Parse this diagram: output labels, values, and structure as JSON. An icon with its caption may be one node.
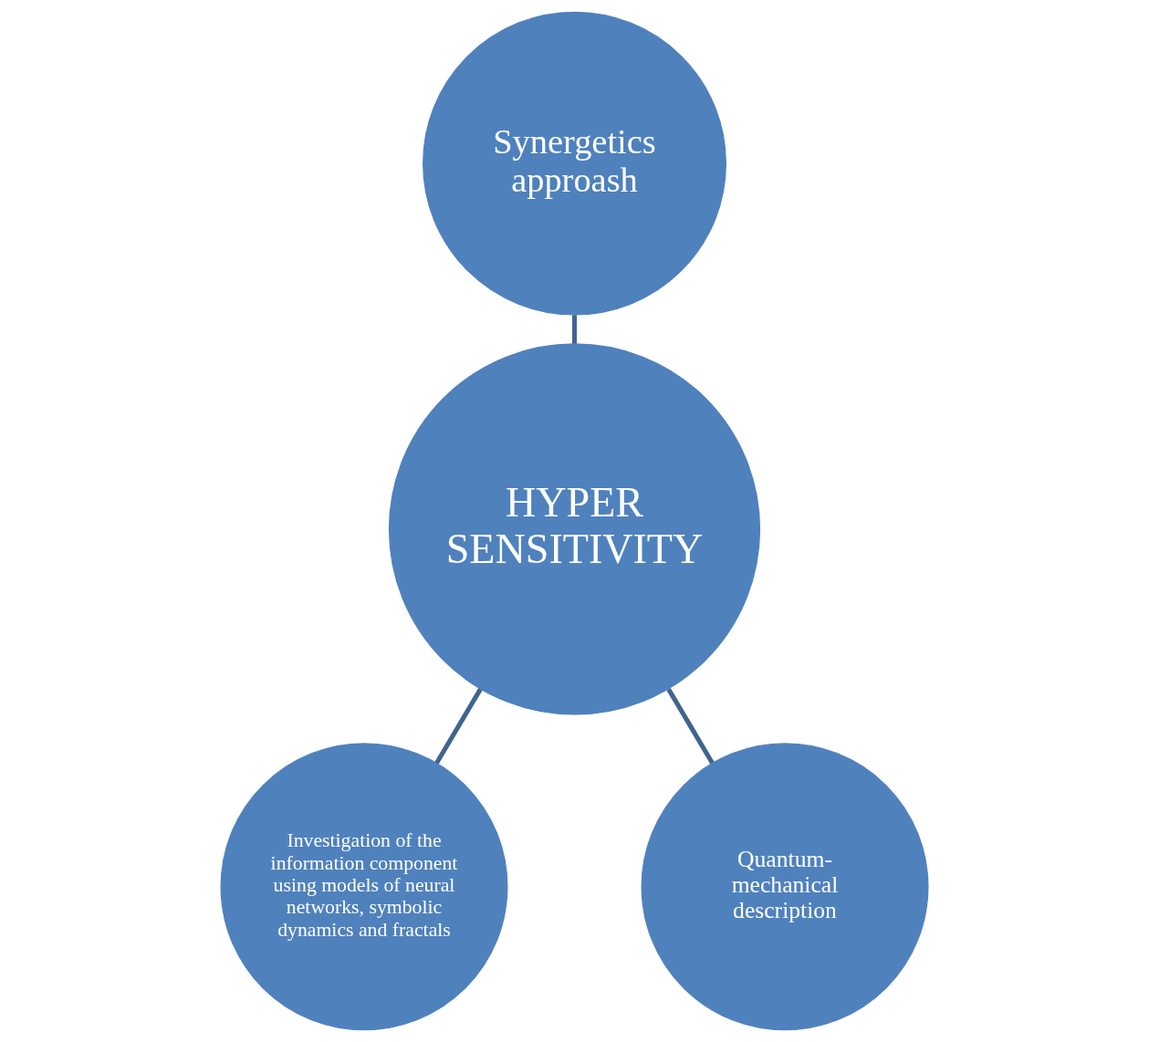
{
  "diagram": {
    "nodes": [
      {
        "text": [
          "Synergetics approash"
        ]
      },
      {
        "text": [
          "HYPER SENSITIVITY"
        ]
      },
      {
        "text": [
          "Investigation of the information component using models of neural networks, symbolic dynamics and fractals"
        ]
      },
      {
        "text": [
          "Quantum-mechanical description"
        ]
      }
    ],
    "edges": [
      {
        "from": 0,
        "to": 1,
        "arrow": "none"
      },
      {
        "from": 1,
        "to": 2,
        "arrow": "none"
      },
      {
        "from": 1,
        "to": 3,
        "arrow": "none"
      }
    ]
  }
}
